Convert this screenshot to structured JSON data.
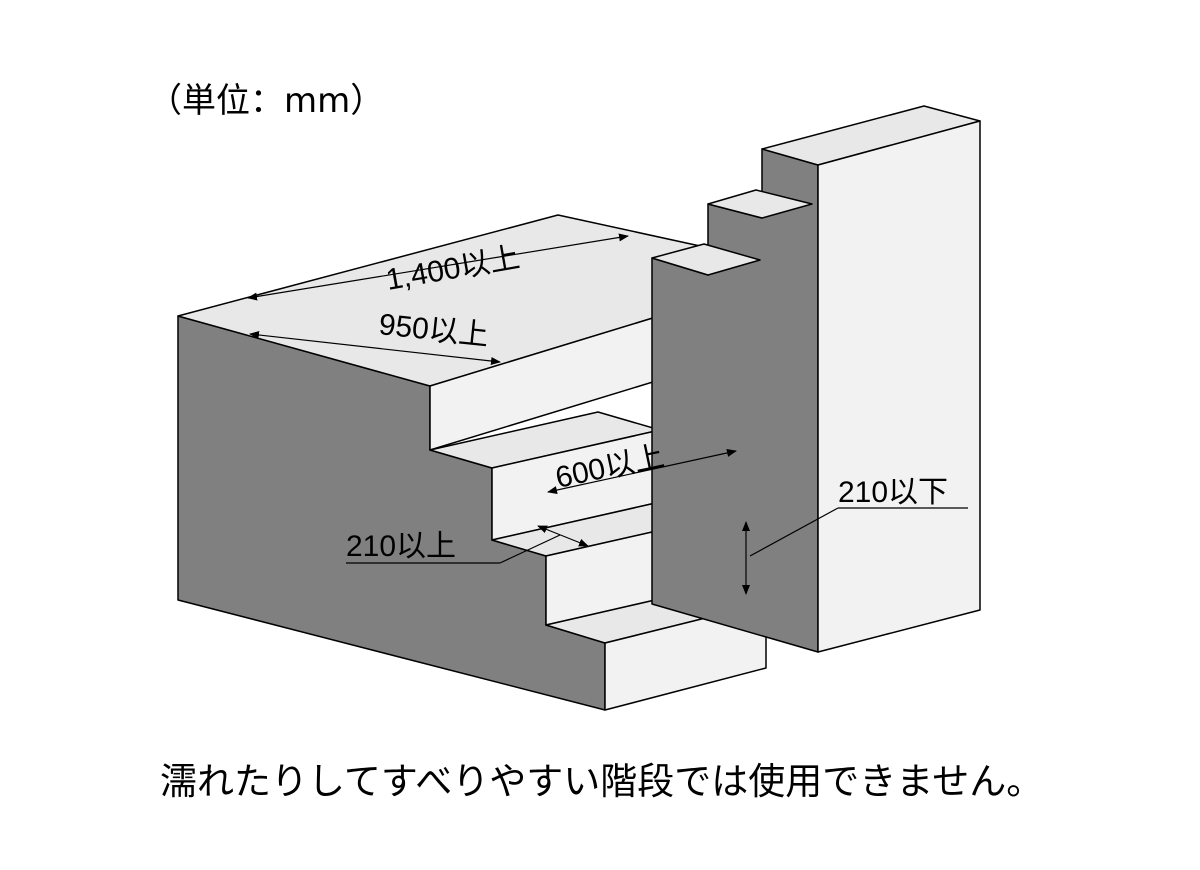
{
  "unit_label": "（単位：mm）",
  "dimensions": {
    "landing_width_outer": "1,400以上",
    "landing_width_inner": "950以上",
    "stair_width": "600以上",
    "tread_depth": "210以上",
    "riser_height": "210以下"
  },
  "caption": "濡れたりしてすべりやすい階段では使用できません。",
  "colors": {
    "side_face": "#808080",
    "light_face": "#f0f0f0",
    "top_face": "#e6e6e6",
    "outline": "#000000"
  }
}
